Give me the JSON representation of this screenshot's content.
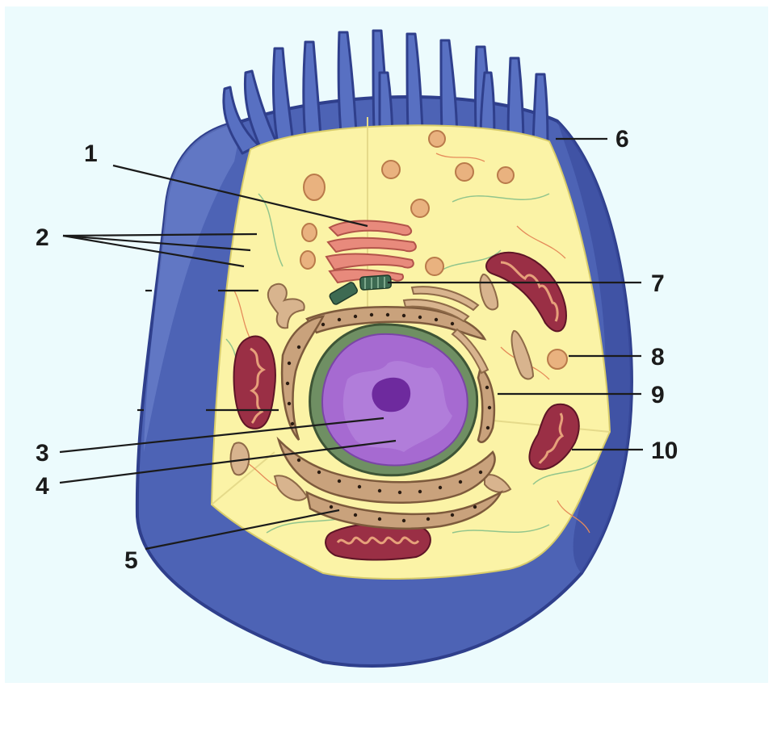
{
  "colors": {
    "background_panel": "#ecfbfd",
    "membrane_blue": "#4d63b5",
    "membrane_dark": "#2f3f8c",
    "cytoplasm": "#fbf3a6",
    "nucleus": "#a66ad1",
    "nucleolus": "#6e2a9e",
    "nuclear_envelope": "#6f8f63",
    "er_tan": "#c9a27c",
    "mitochondria": "#9a2f45",
    "mito_inner": "#e6a07a",
    "golgi": "#e88a7c",
    "vesicle": "#e9b27f",
    "centriole": "#3d6a52",
    "leader_line": "#1b1b1b"
  },
  "labels": [
    "1",
    "2",
    "3",
    "4",
    "5",
    "6",
    "7",
    "8",
    "9",
    "10"
  ]
}
